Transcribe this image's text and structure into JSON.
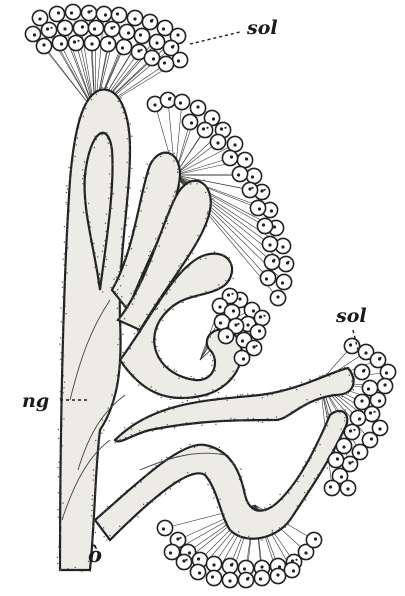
{
  "figure": {
    "labels": {
      "sol_top": "sol",
      "sol_right": "sol",
      "ng": "ng",
      "o": "ò"
    }
  },
  "colors": {
    "ink": "#1a1a1a",
    "stipple": "#ecebe6",
    "background": "#ffffff"
  }
}
